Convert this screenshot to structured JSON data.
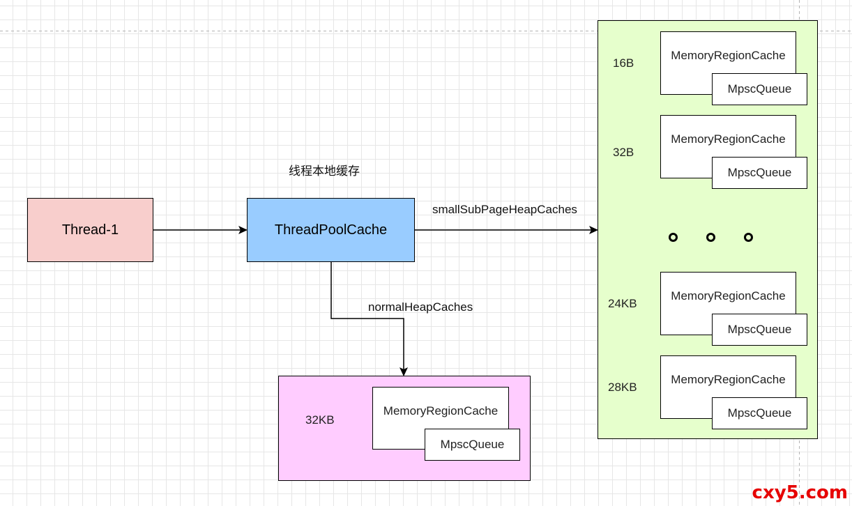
{
  "nodes": {
    "thread": "Thread-1",
    "thread_pool_cache": "ThreadPoolCache"
  },
  "labels": {
    "thread_local_cache": "线程本地缓存",
    "small_sub_page_heap_caches": "smallSubPageHeapCaches",
    "normal_heap_caches": "normalHeapCaches"
  },
  "small_cache_entries": [
    {
      "size": "16B",
      "region": "MemoryRegionCache",
      "queue": "MpscQueue"
    },
    {
      "size": "32B",
      "region": "MemoryRegionCache",
      "queue": "MpscQueue"
    },
    {
      "size": "24KB",
      "region": "MemoryRegionCache",
      "queue": "MpscQueue"
    },
    {
      "size": "28KB",
      "region": "MemoryRegionCache",
      "queue": "MpscQueue"
    }
  ],
  "normal_cache_entry": {
    "size": "32KB",
    "region": "MemoryRegionCache",
    "queue": "MpscQueue"
  },
  "watermark": "cxy5.com",
  "colors": {
    "thread_fill": "#f8cecc",
    "pool_cache_fill": "#99ccff",
    "small_cache_fill": "#e6ffcc",
    "normal_cache_fill": "#ffccff",
    "watermark": "#e60000"
  }
}
